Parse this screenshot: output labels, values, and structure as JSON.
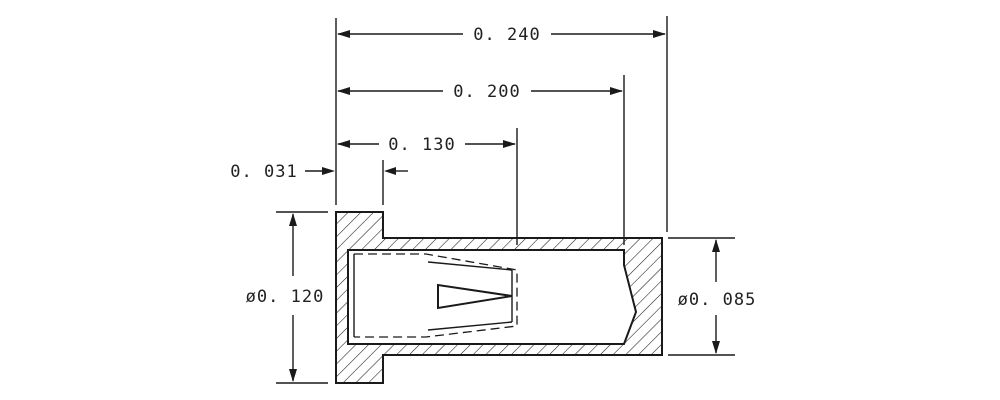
{
  "dimensions": {
    "overall_length": "0. 240",
    "to_crimp_end": "0. 200",
    "to_slot": "0. 130",
    "flange_thickness": "0. 031",
    "flange_diameter": "ø0. 120",
    "body_diameter": "ø0. 085"
  }
}
